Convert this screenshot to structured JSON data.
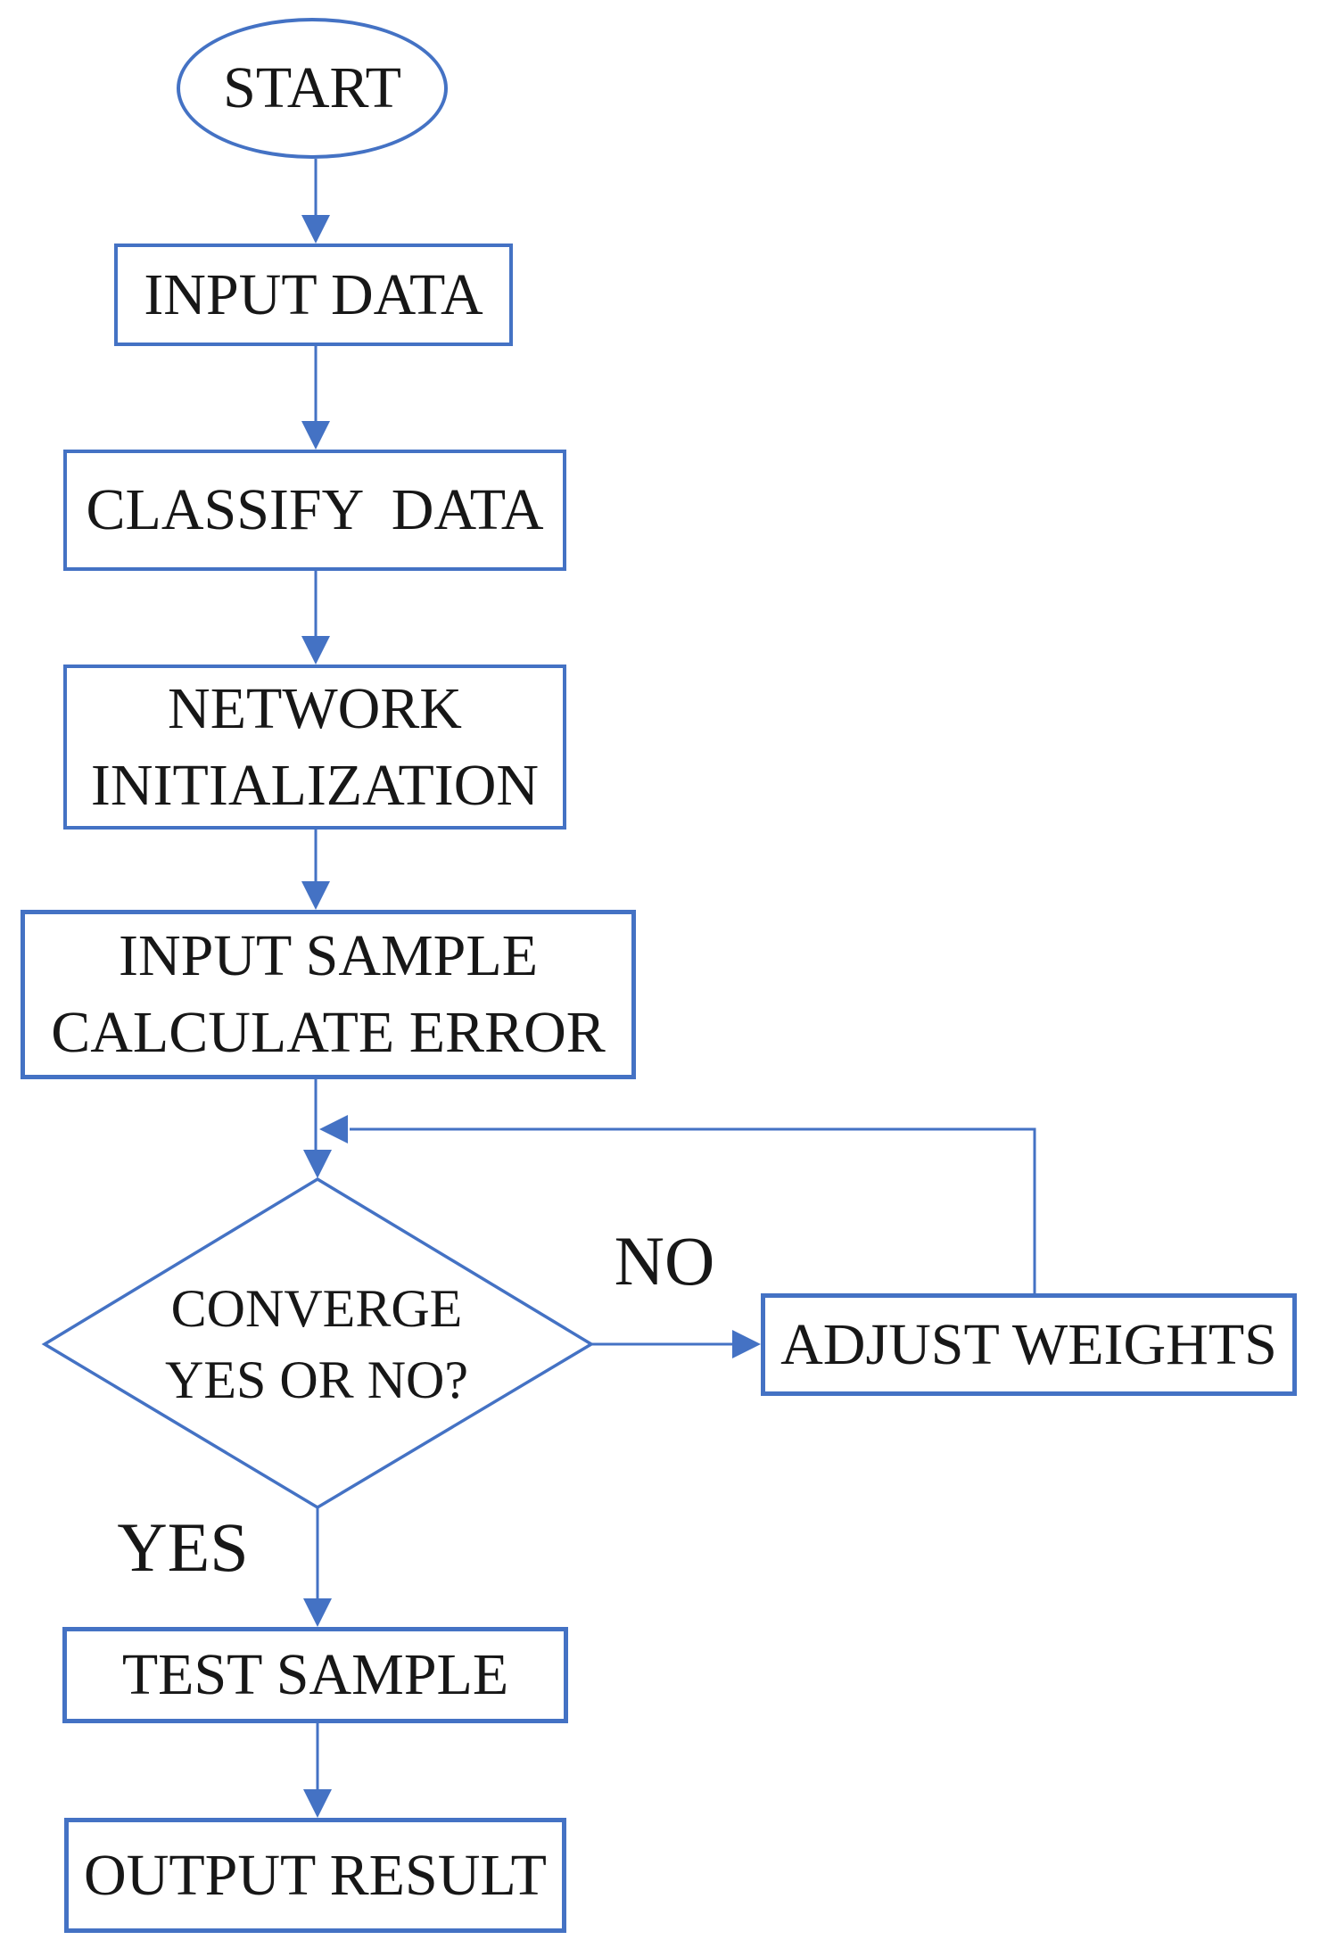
{
  "flowchart": {
    "nodes": {
      "start": {
        "label": "START",
        "shape": "ellipse"
      },
      "input_data": {
        "label": "INPUT DATA",
        "shape": "rect"
      },
      "classify_data": {
        "label": "CLASSIFY  DATA",
        "shape": "rect"
      },
      "network_initialization": {
        "label": "NETWORK\nINITIALIZATION",
        "shape": "rect"
      },
      "input_sample_calculate_error": {
        "label": "INPUT SAMPLE\nCALCULATE ERROR",
        "shape": "rect"
      },
      "converge_decision": {
        "label": "CONVERGE\nYES OR NO?",
        "shape": "diamond"
      },
      "adjust_weights": {
        "label": "ADJUST WEIGHTS",
        "shape": "rect"
      },
      "test_sample": {
        "label": "TEST SAMPLE",
        "shape": "rect"
      },
      "output_result": {
        "label": "OUTPUT RESULT",
        "shape": "rect"
      }
    },
    "edge_labels": {
      "no": "NO",
      "yes": "YES"
    },
    "colors": {
      "stroke": "#4472C4",
      "text": "#171717",
      "background": "#FFFFFF"
    }
  }
}
